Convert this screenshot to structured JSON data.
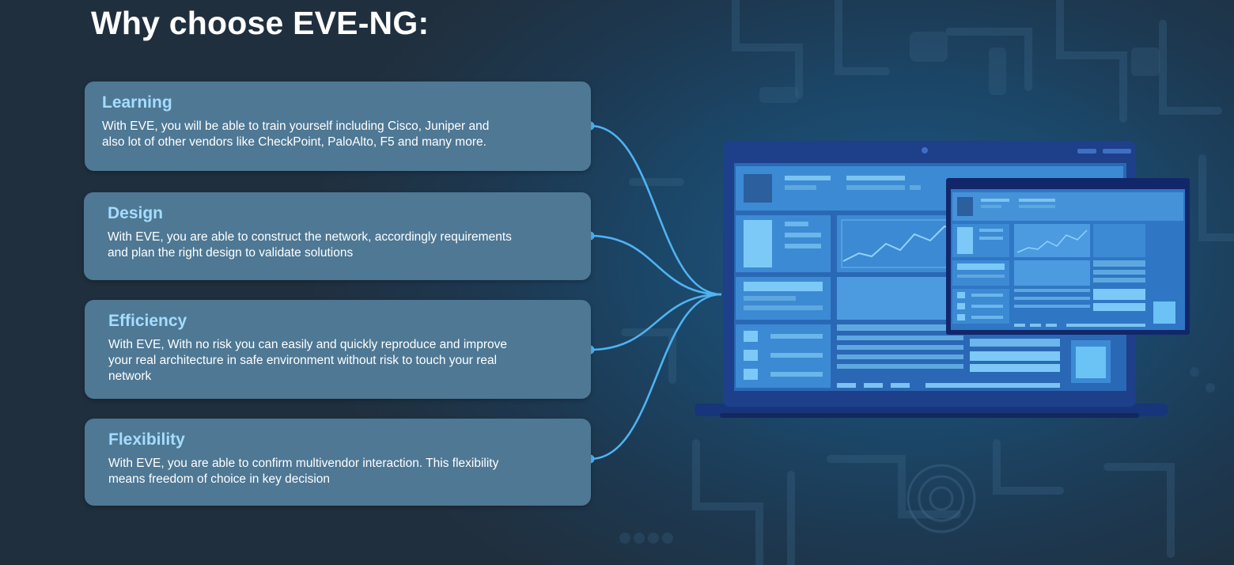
{
  "title": "Why choose EVE-NG:",
  "cards": [
    {
      "title": "Learning",
      "lines": [
        "With EVE, you will be able to train yourself including Cisco, Juniper and",
        "also lot of other vendors like CheckPoint, PaloAlto, F5 and many more."
      ]
    },
    {
      "title": "Design",
      "lines": [
        "With EVE, you are able to construct the network, accordingly requirements",
        "and plan the right design to validate solutions"
      ]
    },
    {
      "title": "Efficiency",
      "lines": [
        "With EVE, With no risk you can easily and quickly reproduce and improve",
        "your real architecture in safe environment without risk to touch your real",
        "network"
      ]
    },
    {
      "title": "Flexibility",
      "lines": [
        "With EVE, you are able to confirm multivendor interaction. This flexibility",
        "means freedom of choice in key decision"
      ]
    }
  ],
  "colors": {
    "card_bg": "#4e7894",
    "card_title": "#a6dcff",
    "connector": "#4fb3f2",
    "laptop_frame": "#1e3f8a",
    "screen_accent": "#4aa8e8"
  },
  "icons": [
    "circuit-board-background",
    "laptop-illustration",
    "dashboard-window-illustration"
  ]
}
